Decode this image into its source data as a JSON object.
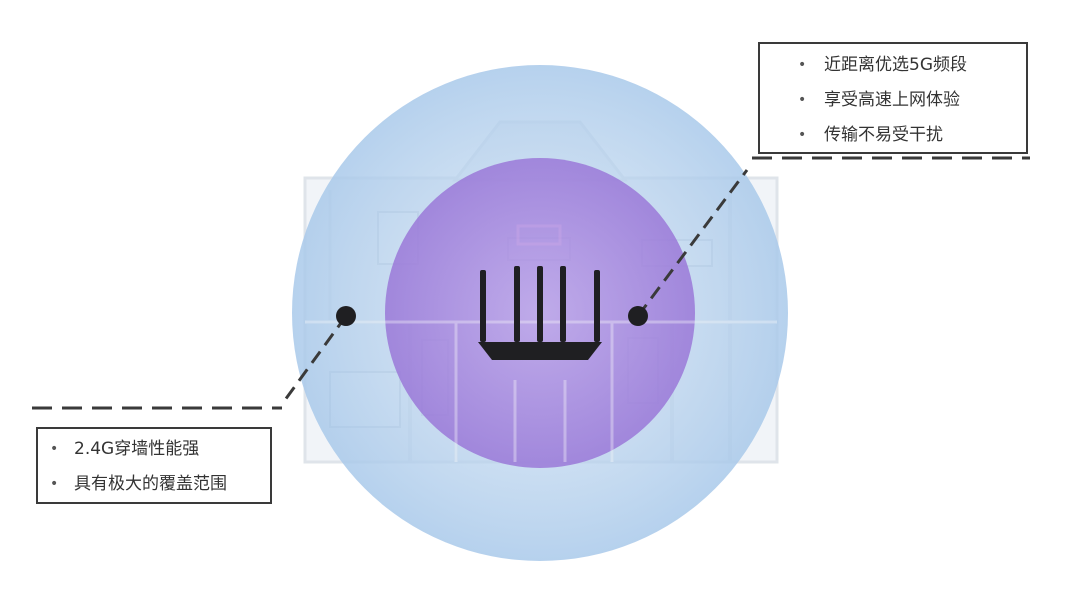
{
  "callout_5g": {
    "items": [
      "近距离优选5G频段",
      "享受高速上网体验",
      "传输不易受干扰"
    ]
  },
  "callout_24g": {
    "items": [
      "2.4G穿墙性能强",
      "具有极大的覆盖范围"
    ]
  },
  "colors": {
    "coverage_24g": "#b9d3ec",
    "coverage_5g": "#a07fd6",
    "floor": "#eef3f8",
    "wall": "#d6dde6",
    "router": "#1f1f22",
    "leader": "#3a3a3a"
  }
}
